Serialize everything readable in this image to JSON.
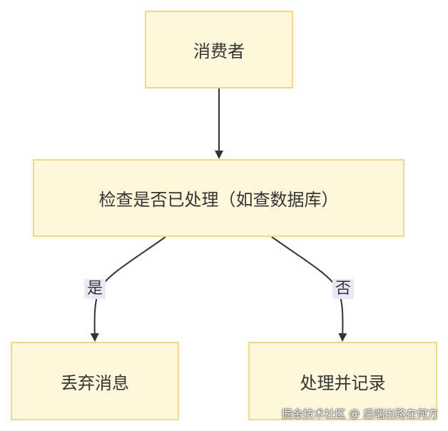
{
  "nodes": {
    "consumer": "消费者",
    "check": "检查是否已处理（如查数据库）",
    "discard": "丢弃消息",
    "process": "处理并记录"
  },
  "edges": {
    "yes_label": "是",
    "no_label": "否"
  },
  "watermark": "掘金技术社区 @ 后端出路在何方",
  "colors": {
    "node_fill": "#fff8dc",
    "node_border": "#f0d98a",
    "edge": "#333333",
    "label_bg": "#e8e8f8"
  }
}
